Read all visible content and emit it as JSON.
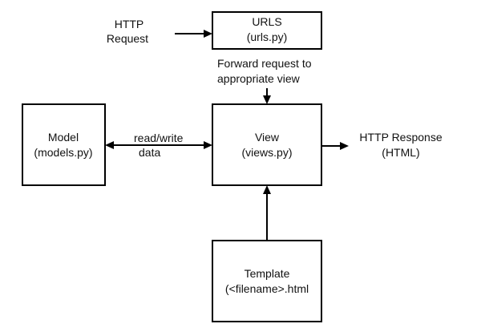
{
  "nodes": {
    "urls": {
      "title": "URLS",
      "subtitle": "(urls.py)"
    },
    "model": {
      "title": "Model",
      "subtitle": "(models.py)"
    },
    "view": {
      "title": "View",
      "subtitle": "(views.py)"
    },
    "template": {
      "title": "Template",
      "subtitle": "(<filename>.html"
    }
  },
  "labels": {
    "http_request": [
      "HTTP",
      "Request"
    ],
    "forward": [
      "Forward request to",
      "appropriate view"
    ],
    "read_write": [
      "read/write",
      "data"
    ],
    "http_response": [
      "HTTP Response",
      "(HTML)"
    ]
  },
  "edges": [
    {
      "from": "http_request",
      "to": "urls"
    },
    {
      "from": "urls",
      "to": "view",
      "label": "forward"
    },
    {
      "from": "view",
      "to": "model",
      "label": "read_write",
      "bidirectional": true
    },
    {
      "from": "view",
      "to": "http_response"
    },
    {
      "from": "template",
      "to": "view"
    }
  ],
  "colors": {
    "stroke": "#000000",
    "text": "#111111",
    "background": "#ffffff"
  }
}
